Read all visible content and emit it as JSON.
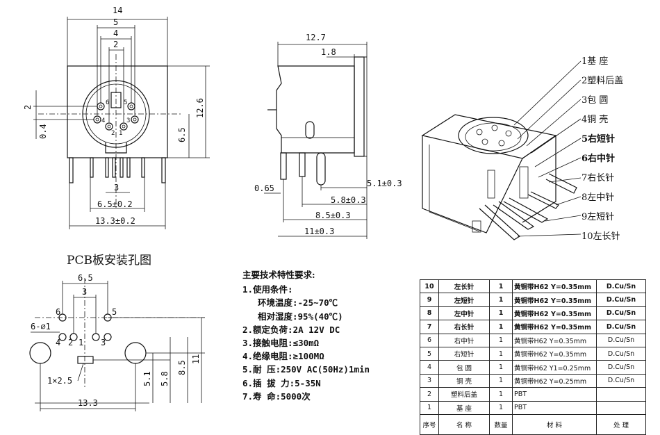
{
  "front_view": {
    "dims": {
      "w14": "14",
      "w5": "5",
      "w4": "4",
      "w2": "2",
      "h2": "2",
      "h04": "0.4",
      "h65": "6.5",
      "h126": "12.6",
      "p3": "3",
      "p65": "6.5±0.2",
      "p133": "13.3±0.2"
    },
    "pins": {
      "p6": "6",
      "p5": "5",
      "p4": "4",
      "p3": "3",
      "p2": "2",
      "p1": "1"
    }
  },
  "side_view": {
    "dims": {
      "d127": "12.7",
      "d18": "1.8",
      "d065": "0.65",
      "d51": "5.1±0.3",
      "d58": "5.8±0.3",
      "d85": "8.5±0.3",
      "d11": "11±0.3"
    }
  },
  "parts_labels": [
    "1基  座",
    "2塑料后盖",
    "3包  圆",
    "4铜  壳",
    "5右短针",
    "6右中针",
    "7右长针",
    "8左中针",
    "9左短针",
    "10左长针"
  ],
  "pcb": {
    "title": "PCB板安装孔图",
    "dims": {
      "a65": "6.5",
      "a3": "3",
      "hole": "6-⌀1",
      "slot": "1×2.5",
      "v51": "5.1",
      "v58": "5.8",
      "v85": "8.5",
      "v11": "11",
      "w133": "13.3"
    },
    "pins": {
      "p6": "6",
      "p5": "5",
      "p4": "4",
      "p3": "3",
      "p2": "2",
      "p1": "1"
    }
  },
  "specs": {
    "heading": "主要技术特性要求:",
    "lines": [
      {
        "label": "1.使用条件:",
        "value": ""
      },
      {
        "label": "环境温度:",
        "value": "-25~70℃",
        "indent": true
      },
      {
        "label": "相对湿度:",
        "value": "95%(40℃)",
        "indent": true
      },
      {
        "label": "2.额定负荷:",
        "value": "2A 12V DC"
      },
      {
        "label": "3.接触电阻:",
        "value": "≤30mΩ"
      },
      {
        "label": "4.绝缘电阻:",
        "value": "≥100MΩ"
      },
      {
        "label": "5.耐   压:",
        "value": "250V AC(50Hz)1min"
      },
      {
        "label": "6.插 拔 力:",
        "value": "5-35N"
      },
      {
        "label": "7.寿   命:",
        "value": "5000次"
      }
    ]
  },
  "bom": {
    "rows": [
      {
        "no": "10",
        "name": "左长针",
        "qty": "1",
        "material": "黄铜带H62 Y=0.35mm",
        "finish": "D.Cu/Sn",
        "bold": true
      },
      {
        "no": "9",
        "name": "左短针",
        "qty": "1",
        "material": "黄铜带H62 Y=0.35mm",
        "finish": "D.Cu/Sn",
        "bold": true
      },
      {
        "no": "8",
        "name": "左中针",
        "qty": "1",
        "material": "黄铜带H62 Y=0.35mm",
        "finish": "D.Cu/Sn",
        "bold": true
      },
      {
        "no": "7",
        "name": "右长针",
        "qty": "1",
        "material": "黄铜带H62 Y=0.35mm",
        "finish": "D.Cu/Sn",
        "bold": true
      },
      {
        "no": "6",
        "name": "右中针",
        "qty": "1",
        "material": "黄铜带H62 Y=0.35mm",
        "finish": "D.Cu/Sn",
        "bold": false
      },
      {
        "no": "5",
        "name": "右短针",
        "qty": "1",
        "material": "黄铜带H62 Y=0.35mm",
        "finish": "D.Cu/Sn",
        "bold": false
      },
      {
        "no": "4",
        "name": "包 圆",
        "qty": "1",
        "material": "黄铜带H62 Y1=0.25mm",
        "finish": "D.Cu/Sn",
        "bold": false
      },
      {
        "no": "3",
        "name": "铜 壳",
        "qty": "1",
        "material": "黄铜带H62 Y=0.25mm",
        "finish": "D.Cu/Sn",
        "bold": false
      },
      {
        "no": "2",
        "name": "塑料后盖",
        "qty": "1",
        "material": "PBT",
        "finish": "",
        "bold": false
      },
      {
        "no": "1",
        "name": "基 座",
        "qty": "1",
        "material": "PBT",
        "finish": "",
        "bold": false
      }
    ],
    "header": {
      "no": "序号",
      "name": "名 称",
      "qty": "数量",
      "material": "材 料",
      "finish": "处 理"
    }
  }
}
